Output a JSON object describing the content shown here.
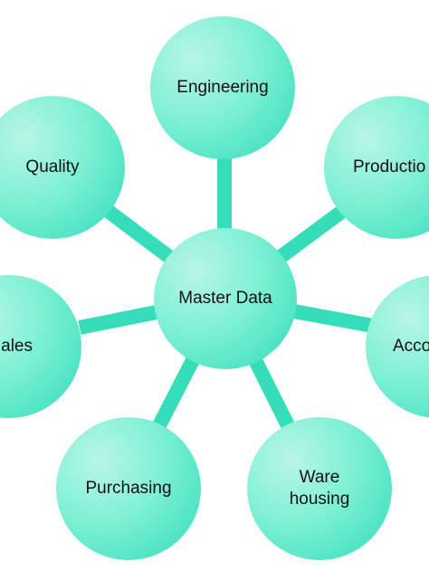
{
  "diagram": {
    "center": {
      "label": "Master Data"
    },
    "nodes": [
      {
        "id": "engineering",
        "label": "Engineering"
      },
      {
        "id": "production",
        "label": "Productio"
      },
      {
        "id": "accounting",
        "label": "Acco"
      },
      {
        "id": "warehousing",
        "label": "Ware\nhousing"
      },
      {
        "id": "purchasing",
        "label": "Purchasing"
      },
      {
        "id": "sales",
        "label": "ales"
      },
      {
        "id": "quality",
        "label": "Quality"
      }
    ],
    "colors": {
      "connector": "#35deb9",
      "node_fill_light": "#b8f6e6",
      "node_fill_dark": "#2fdcb8"
    }
  }
}
